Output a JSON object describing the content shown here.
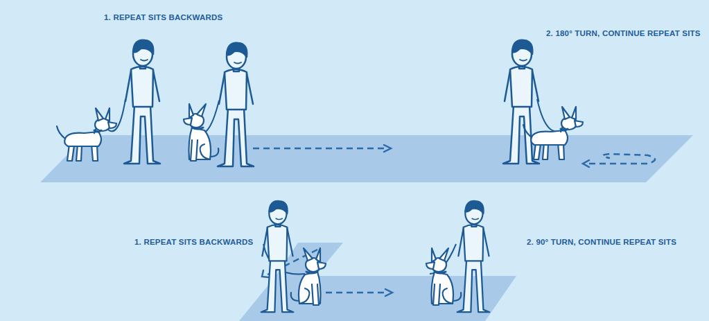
{
  "diagram": {
    "labels": [
      "1. REPEAT SITS BACKWARDS",
      "2. 180° TURN, CONTINUE REPEAT SITS",
      "1. REPEAT SITS BACKWARDS",
      "2. 90° TURN, CONTINUE REPEAT SITS"
    ]
  }
}
